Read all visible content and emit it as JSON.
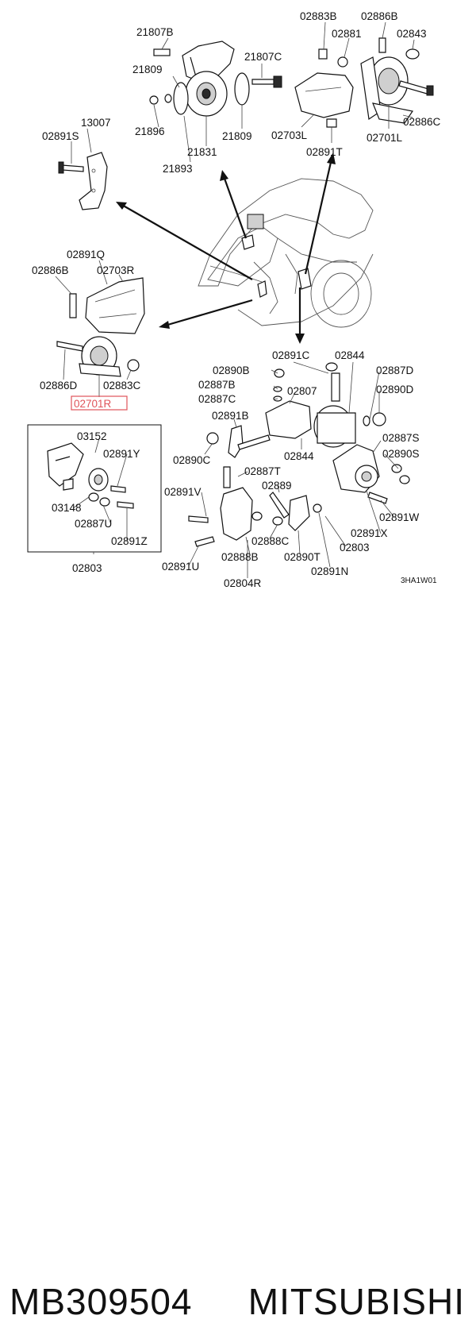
{
  "diagram": {
    "labels": {
      "l02883B": "02883B",
      "l02886B_top": "02886B",
      "l02881": "02881",
      "l02843": "02843",
      "l21807B": "21807B",
      "l21807C": "21807C",
      "l21809a": "21809",
      "l21809b": "21809",
      "l21896": "21896",
      "l21831": "21831",
      "l21893": "21893",
      "l02703L": "02703L",
      "l02891T": "02891T",
      "l02701L": "02701L",
      "l02886C": "02886C",
      "l13007": "13007",
      "l02891S": "02891S",
      "l02891Q": "02891Q",
      "l02886B_left": "02886B",
      "l02703R": "02703R",
      "l02886D": "02886D",
      "l02883C": "02883C",
      "l02701R": "02701R",
      "l02891C": "02891C",
      "l02844a": "02844",
      "l02890B": "02890B",
      "l02887D": "02887D",
      "l02887B": "02887B",
      "l02890D": "02890D",
      "l02887C": "02887C",
      "l02807": "02807",
      "l02891B": "02891B",
      "l02887S": "02887S",
      "l02890C": "02890C",
      "l02844b": "02844",
      "l02890S": "02890S",
      "l03152": "03152",
      "l02891Y": "02891Y",
      "l02887T": "02887T",
      "l02889": "02889",
      "l02891V": "02891V",
      "l03148": "03148",
      "l02887U": "02887U",
      "l02891W": "02891W",
      "l02891X": "02891X",
      "l02891Z": "02891Z",
      "l02888C": "02888C",
      "l02803a": "02803",
      "l02891U": "02891U",
      "l02888B": "02888B",
      "l02890T": "02890T",
      "l02803b": "02803",
      "l02891N": "02891N",
      "l02804R": "02804R",
      "code": "3HA1W01"
    },
    "highlight_color": "#e0545a"
  },
  "footer": {
    "part_number": "MB309504",
    "brand": "MITSUBISHI"
  }
}
